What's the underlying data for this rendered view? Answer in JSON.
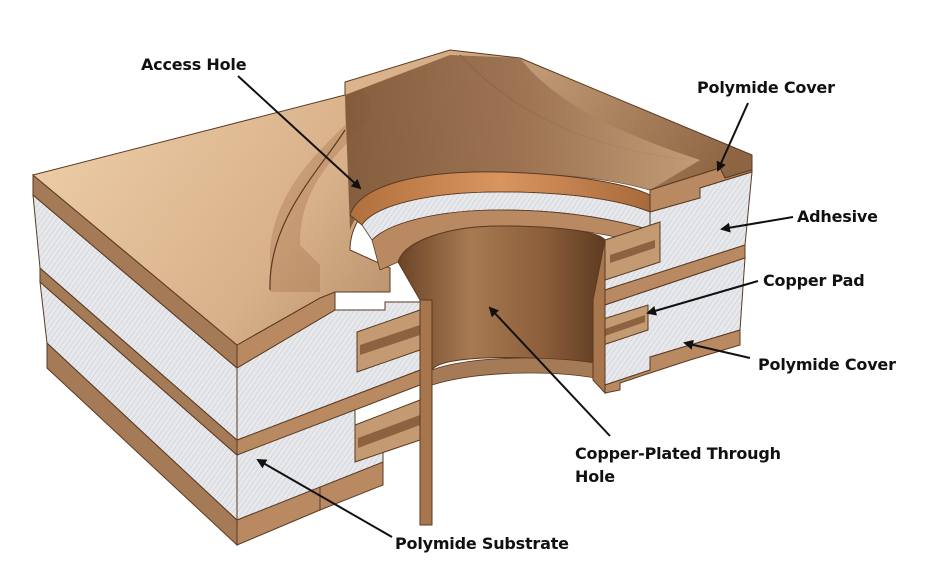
{
  "diagram": {
    "title": "Flexible PCB via cross-section",
    "colors": {
      "copper_light": "#e9c9a2",
      "copper_mid": "#b98a62",
      "copper_dark": "#7a5336",
      "copper_edge": "#5a3a22",
      "adhesive": "#e4e6ea",
      "arrow": "#111111"
    },
    "labels": {
      "access_hole": "Access Hole",
      "polymide_cover_top": "Polymide Cover",
      "adhesive": "Adhesive",
      "copper_pad": "Copper  Pad",
      "polymide_cover_bottom": "Polymide Cover",
      "copper_plated_through_hole": "Copper-Plated Through Hole",
      "polymide_substrate": "Polymide Substrate"
    }
  }
}
